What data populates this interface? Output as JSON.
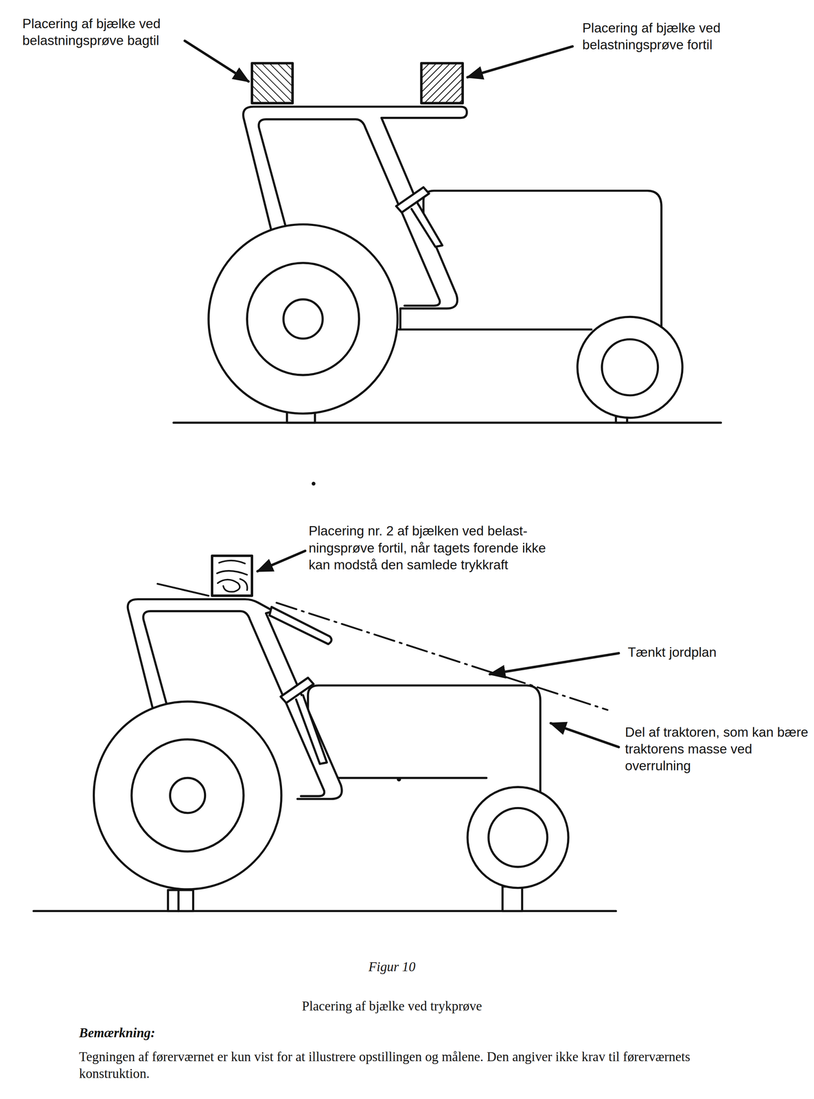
{
  "diagram": {
    "title": "Figur 10",
    "caption": "Placering af bjælke ved trykprøve",
    "labels": [
      "Placering af bjælke ved belastningsprøve bagtil",
      "Placering af bjælke ved belastningsprøve fortil",
      "Placering nr. 2 af bjælken ved belast-ningsprøve fortil, når tagets forende ikke kan modstå den samlede trykkraft",
      "Tænkt jordplan",
      "Del af traktoren, som kan bære traktorens masse ved overrulning",
      "Bemærkning:",
      "Tegningen af førerværnet er kun vist for at illustrere opstillingen og målene. Den angiver ikke krav til førerværnets konstruktion."
    ]
  }
}
